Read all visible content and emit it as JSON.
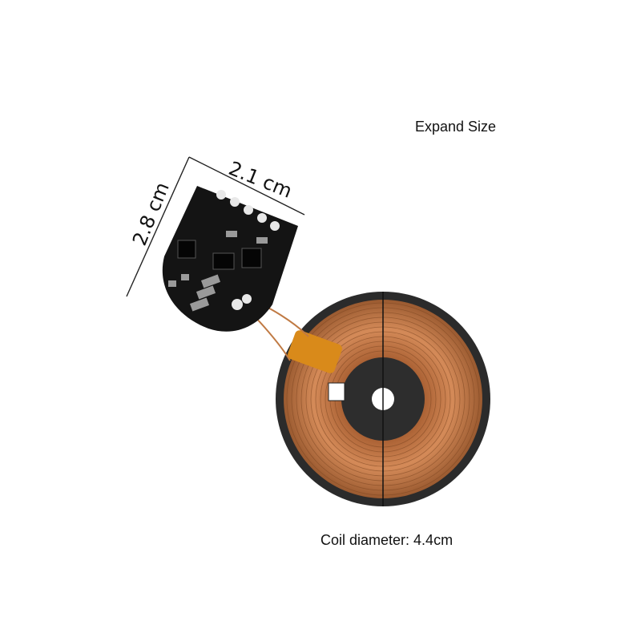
{
  "caption_top": "Expand Size",
  "caption_bottom": "Coil diameter: 4.4cm",
  "dimension_width": "2.1 cm",
  "dimension_height": "2.8 cm",
  "colors": {
    "pcb": "#111111",
    "copper": "#b8703f",
    "copper_dark": "#8a4a22",
    "ferrite": "#2a2a2a",
    "tape": "#d98a1a"
  }
}
